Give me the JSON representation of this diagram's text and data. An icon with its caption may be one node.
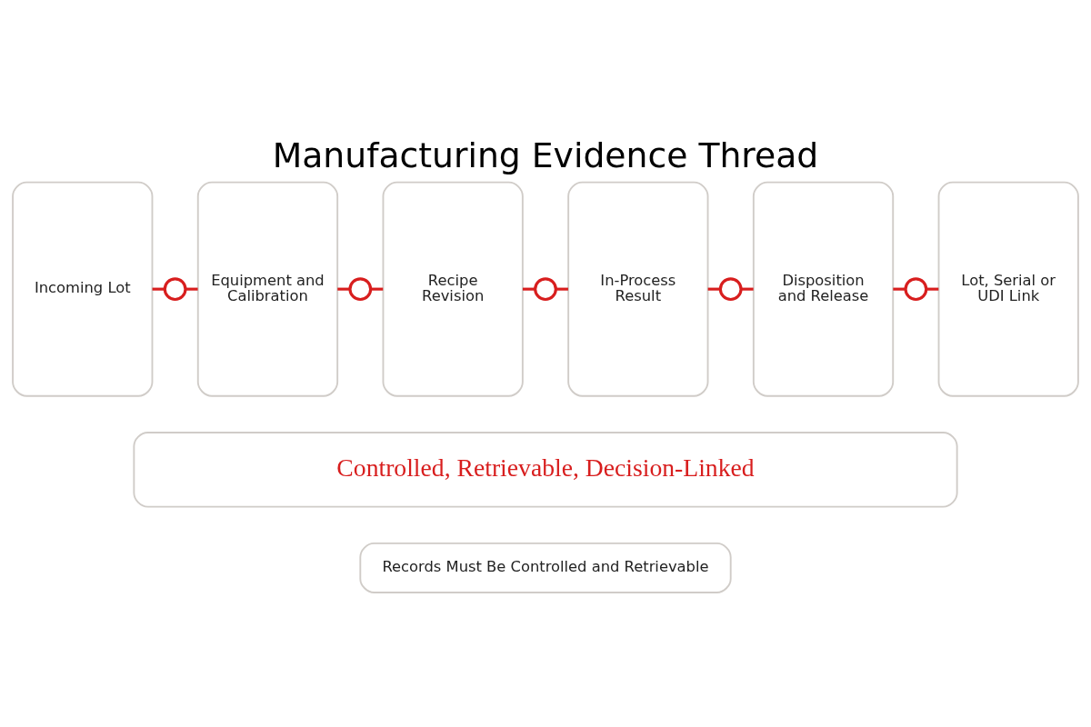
{
  "diagram": {
    "title": "Manufacturing Evidence Thread",
    "nodes": [
      {
        "text": [
          "Incoming Lot"
        ]
      },
      {
        "text": [],
        "shape": "circle"
      },
      {
        "text": [
          "Equipment and Calibration"
        ]
      },
      {
        "text": [],
        "shape": "circle"
      },
      {
        "text": [
          "Recipe Revision"
        ]
      },
      {
        "text": [],
        "shape": "circle"
      },
      {
        "text": [
          "In-Process Result"
        ]
      },
      {
        "text": [],
        "shape": "circle"
      },
      {
        "text": [
          "Disposition and Release"
        ]
      },
      {
        "text": [],
        "shape": "circle"
      },
      {
        "text": [
          "Lot, Serial or UDI Link"
        ]
      },
      {
        "text": [
          "Controlled, Retrievable, Decision-Linked"
        ]
      },
      {
        "text": [
          "Records Must Be Controlled and Retrievable"
        ]
      }
    ],
    "edges": [
      {
        "from": 0,
        "to": 1,
        "arrow": "none"
      },
      {
        "from": 1,
        "to": 2,
        "arrow": "none"
      },
      {
        "from": 2,
        "to": 3,
        "arrow": "none"
      },
      {
        "from": 3,
        "to": 4,
        "arrow": "none"
      },
      {
        "from": 4,
        "to": 5,
        "arrow": "none"
      },
      {
        "from": 5,
        "to": 6,
        "arrow": "none"
      },
      {
        "from": 6,
        "to": 7,
        "arrow": "none"
      },
      {
        "from": 7,
        "to": 8,
        "arrow": "none"
      },
      {
        "from": 8,
        "to": 9,
        "arrow": "none"
      },
      {
        "from": 9,
        "to": 10,
        "arrow": "none"
      }
    ]
  }
}
